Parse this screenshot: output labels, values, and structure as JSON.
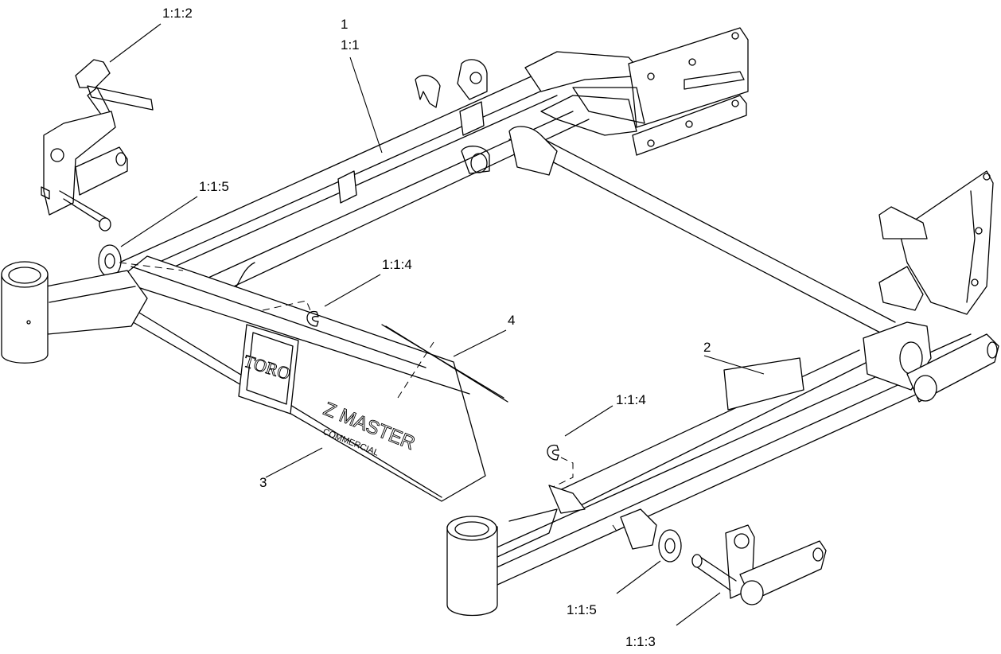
{
  "callouts": {
    "part_1": "1",
    "sub_1_1": "1:1",
    "sub_1_1_2": "1:1:2",
    "sub_1_1_5_upper": "1:1:5",
    "sub_1_1_4_upper": "1:1:4",
    "part_4": "4",
    "part_2": "2",
    "sub_1_1_4_lower": "1:1:4",
    "part_3": "3",
    "sub_1_1_5_lower": "1:1:5",
    "sub_1_1_3": "1:1:3"
  },
  "decal": {
    "logo": "TORO",
    "model": "Z MASTER",
    "line": "COMMERCIAL"
  }
}
